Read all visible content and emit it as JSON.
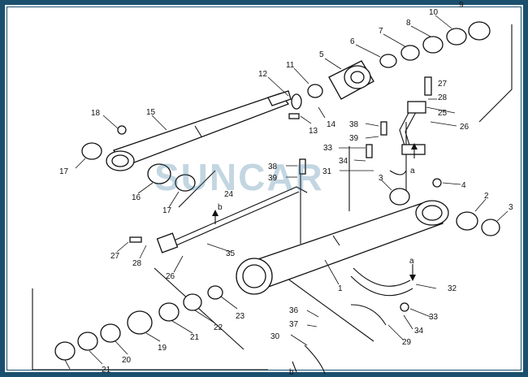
{
  "watermark": "SUNCAR",
  "colors": {
    "frame": "#1b4f6e",
    "watermark": "#2d6f96",
    "line": "#111111"
  },
  "arrow_tags": [
    "a",
    "a",
    "b",
    "b"
  ],
  "callouts": [
    "1",
    "2",
    "3",
    "3",
    "4",
    "5",
    "6",
    "7",
    "8",
    "9",
    "10",
    "11",
    "12",
    "13",
    "14",
    "15",
    "16",
    "17",
    "17",
    "18",
    "19",
    "20",
    "21",
    "21",
    "22",
    "23",
    "24",
    "25",
    "26",
    "26",
    "27",
    "27",
    "28",
    "28",
    "29",
    "30",
    "31",
    "32",
    "33",
    "33",
    "34",
    "34",
    "35",
    "36",
    "37",
    "38",
    "38",
    "39",
    "39"
  ]
}
